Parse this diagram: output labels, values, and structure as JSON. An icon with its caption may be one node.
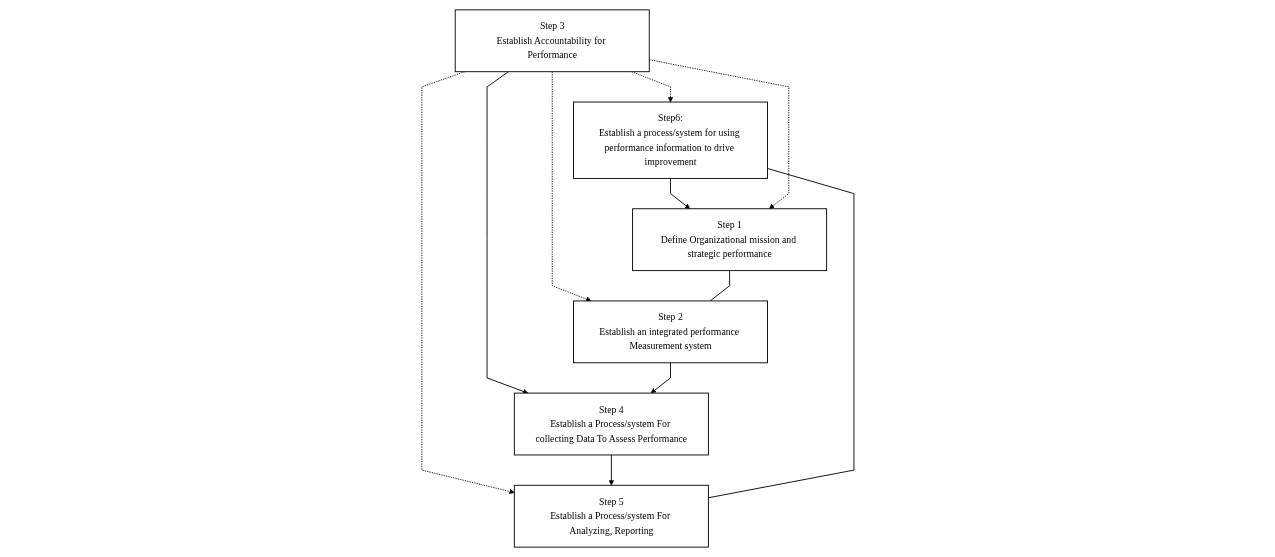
{
  "diagram": {
    "nodes": [
      {
        "text": [
          "Step6:",
          "Establish a process/system for using performance information to drive improvement"
        ]
      },
      {
        "text": [
          "Step 1",
          "Define Organizational mission and strategic performance"
        ]
      },
      {
        "text": [
          "Step 3",
          "Establish Accountability for Performance"
        ]
      },
      {
        "text": [
          "Step 5",
          "Establish a Process/system For Analyzing, Reporting"
        ]
      },
      {
        "text": [
          "Step 4",
          "Establish a Process/system For collecting Data To Assess Performance"
        ]
      },
      {
        "text": [
          "Step 2",
          "Establish an integrated performance Measurement system"
        ]
      }
    ],
    "edges": [
      {
        "from": 0,
        "to": 1,
        "arrow": "to"
      },
      {
        "from": 2,
        "to": 0,
        "arrow": "to",
        "style": "dashed"
      },
      {
        "from": 2,
        "to": 1,
        "arrow": "to",
        "style": "dashed"
      },
      {
        "from": 2,
        "to": 4,
        "arrow": "to"
      },
      {
        "from": 2,
        "to": 3,
        "arrow": "to",
        "style": "dashed"
      },
      {
        "from": 2,
        "to": 5,
        "arrow": "to",
        "style": "dashed"
      },
      {
        "from": 5,
        "to": 4,
        "arrow": "to"
      },
      {
        "from": 4,
        "to": 3,
        "arrow": "to"
      },
      {
        "from": 0,
        "to": 3,
        "arrow": "none"
      },
      {
        "from": 1,
        "to": 5,
        "arrow": "none"
      }
    ]
  }
}
